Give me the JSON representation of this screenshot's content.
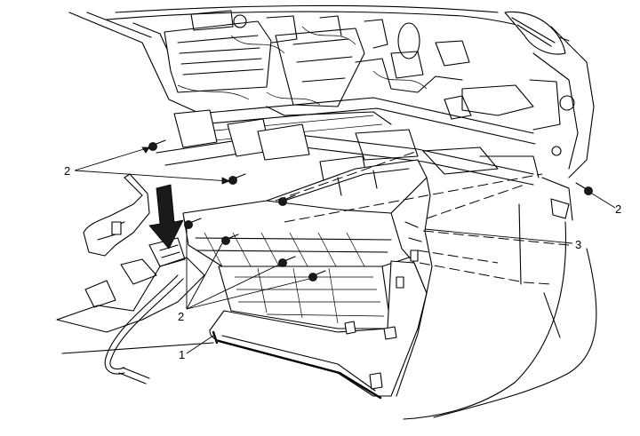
{
  "callouts": {
    "fastener_right": "2",
    "fastener_left": "2",
    "fastener_lower": "2",
    "compartment": "1",
    "pivot": "3"
  }
}
